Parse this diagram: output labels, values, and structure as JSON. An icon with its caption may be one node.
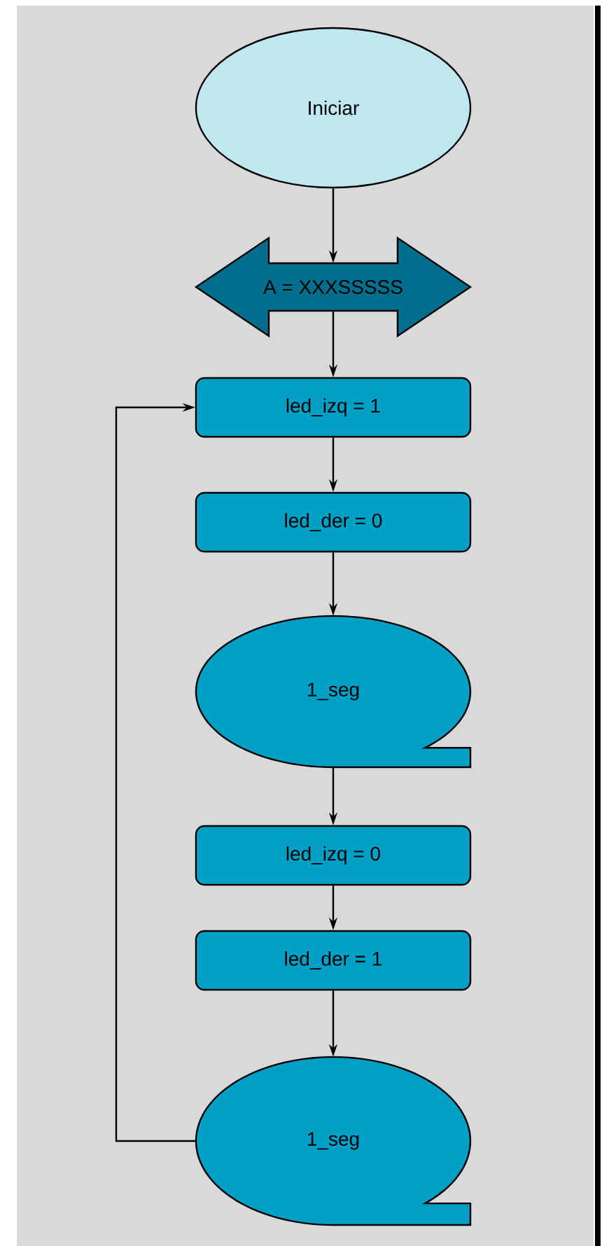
{
  "diagram": {
    "nodes": [
      {
        "text": [
          "Iniciar"
        ]
      },
      {
        "text": [
          "A = XXXSSSSS"
        ]
      },
      {
        "text": [
          "led_izq = 1"
        ]
      },
      {
        "text": [
          "led_der = 0"
        ]
      },
      {
        "text": [
          "1_seg"
        ]
      },
      {
        "text": [
          "led_izq = 0"
        ]
      },
      {
        "text": [
          "led_der = 1"
        ]
      },
      {
        "text": [
          "1_seg"
        ]
      }
    ],
    "edges": [
      {
        "from": 0,
        "to": 1,
        "arrow": "to"
      },
      {
        "from": 1,
        "to": 2,
        "arrow": "to"
      },
      {
        "from": 2,
        "to": 3,
        "arrow": "to"
      },
      {
        "from": 3,
        "to": 4,
        "arrow": "to"
      },
      {
        "from": 4,
        "to": 5,
        "arrow": "to"
      },
      {
        "from": 5,
        "to": 6,
        "arrow": "to"
      },
      {
        "from": 6,
        "to": 7,
        "arrow": "to"
      },
      {
        "from": 7,
        "to": 2,
        "arrow": "to"
      }
    ]
  }
}
